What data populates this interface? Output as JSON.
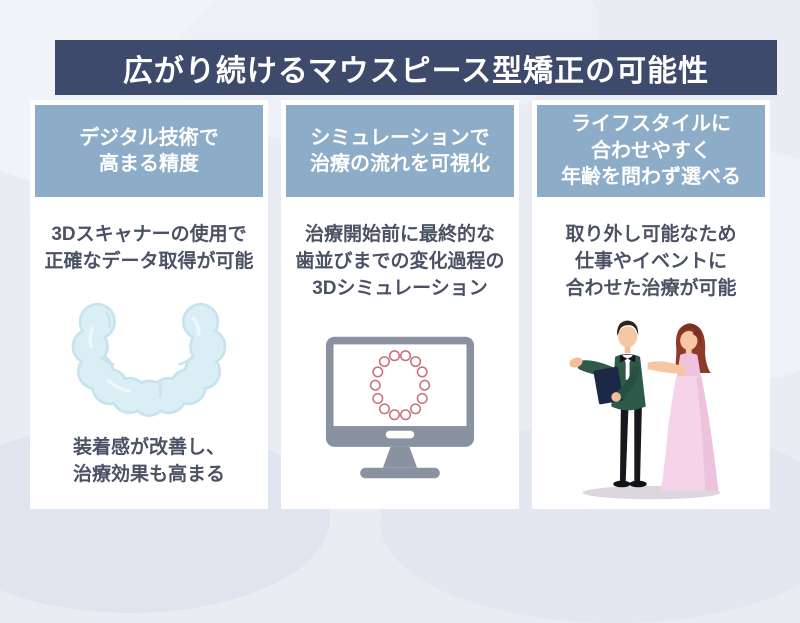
{
  "title": "広がり続けるマウスピース型矯正の可能性",
  "colors": {
    "background": "#e9edf3",
    "banner": "#3e4a6b",
    "column_header": "#8cacc8",
    "card": "#ffffff",
    "body_text": "#4a5264",
    "aligner_fill": "#daeef5",
    "monitor_gray": "#8a92a2",
    "teeth_outline": "#c9707a"
  },
  "columns": [
    {
      "header": "デジタル技術で\n高まる精度",
      "body": "3Dスキャナーの使用で\n正確なデータ取得が可能",
      "illustration": "mouthpiece-aligner",
      "footer": "装着感が改善し、\n治療効果も高まる"
    },
    {
      "header": "シミュレーションで\n治療の流れを可視化",
      "body": "治療開始前に最終的な\n歯並びまでの変化過程の\n3Dシミュレーション",
      "illustration": "monitor-3d-simulation"
    },
    {
      "header": "ライフスタイルに\n合わせやすく\n年齢を問わず選べる",
      "body": "取り外し可能なため\n仕事やイベントに\n合わせた治療が可能",
      "illustration": "formal-couple"
    }
  ]
}
